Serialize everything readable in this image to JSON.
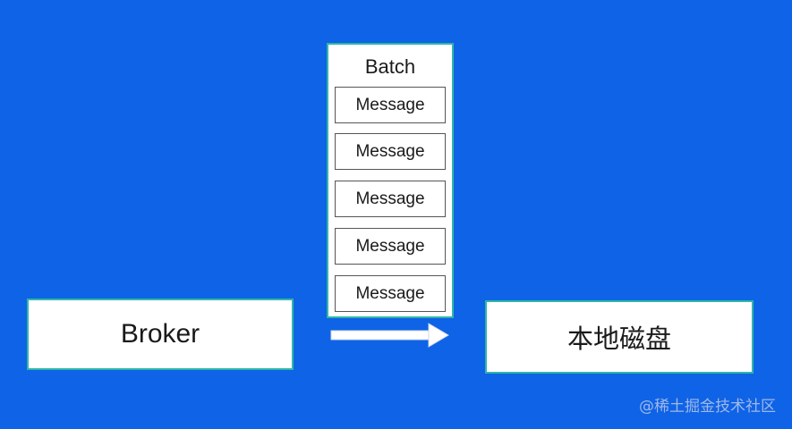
{
  "diagram": {
    "batch": {
      "title": "Batch",
      "messages": [
        "Message",
        "Message",
        "Message",
        "Message",
        "Message"
      ]
    },
    "broker_label": "Broker",
    "disk_label": "本地磁盘",
    "watermark": "@稀土掘金技术社区"
  },
  "colors": {
    "background": "#0f63e6",
    "box_fill": "#ffffff",
    "box_border": "#2fb7a8",
    "arrow": "#ffffff"
  }
}
